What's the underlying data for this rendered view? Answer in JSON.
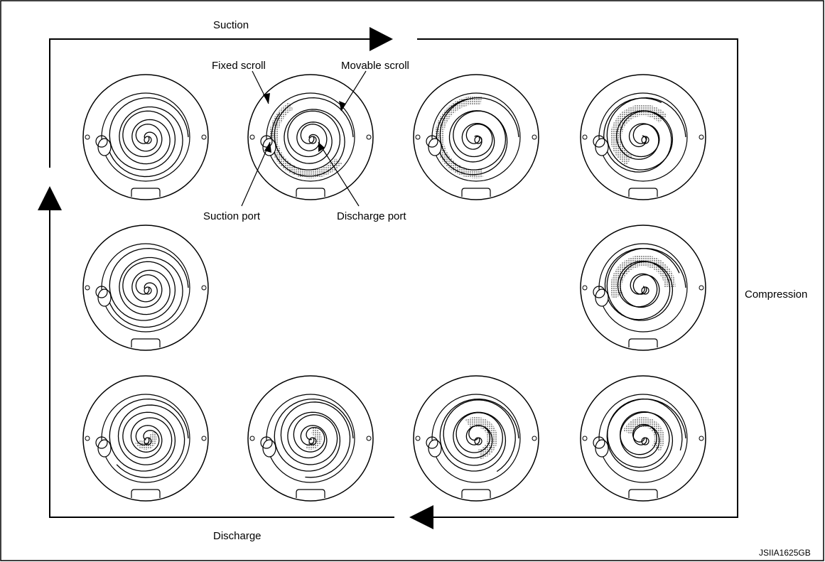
{
  "title": "",
  "labels": {
    "suction": "Suction",
    "compression": "Compression",
    "discharge": "Discharge",
    "fixed_scroll": "Fixed scroll",
    "movable_scroll": "Movable scroll",
    "suction_port": "Suction port",
    "discharge_port": "Discharge port"
  },
  "figure_code": "JSIIA1625GB",
  "colors": {
    "line": "#000000",
    "shade": "#9a9a9a",
    "background": "#ffffff"
  },
  "stages": [
    {
      "name": "suction-1",
      "rotation": 0,
      "shade": "none"
    },
    {
      "name": "suction-2",
      "rotation": 40,
      "shade": "outer"
    },
    {
      "name": "suction-3",
      "rotation": 80,
      "shade": "outer"
    },
    {
      "name": "compression-1",
      "rotation": 120,
      "shade": "mid"
    },
    {
      "name": "compression-2",
      "rotation": 160,
      "shade": "mid"
    },
    {
      "name": "compression-3",
      "rotation": 200,
      "shade": "inner"
    },
    {
      "name": "discharge-1",
      "rotation": 240,
      "shade": "inner"
    },
    {
      "name": "discharge-2",
      "rotation": 280,
      "shade": "center"
    },
    {
      "name": "discharge-3",
      "rotation": 320,
      "shade": "center"
    },
    {
      "name": "suction-0",
      "rotation": 360,
      "shade": "none"
    }
  ]
}
